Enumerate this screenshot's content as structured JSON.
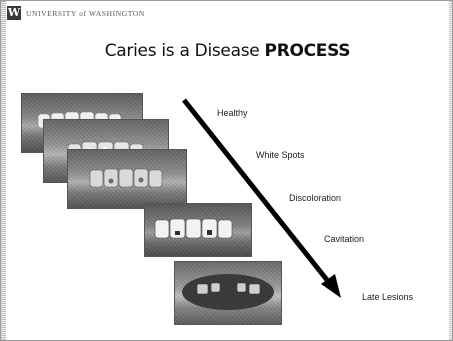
{
  "header": {
    "logo_letter": "W",
    "university": "UNIVERSITY of WASHINGTON"
  },
  "slide": {
    "title_prefix": "Caries is a Disease ",
    "title_emphasis": "PROCESS"
  },
  "stages": [
    {
      "label": "Healthy"
    },
    {
      "label": "White Spots"
    },
    {
      "label": "Discoloration"
    },
    {
      "label": "Cavitation"
    },
    {
      "label": "Late Lesions"
    }
  ],
  "arrow_icon": "diagonal-down-right-arrow-icon"
}
